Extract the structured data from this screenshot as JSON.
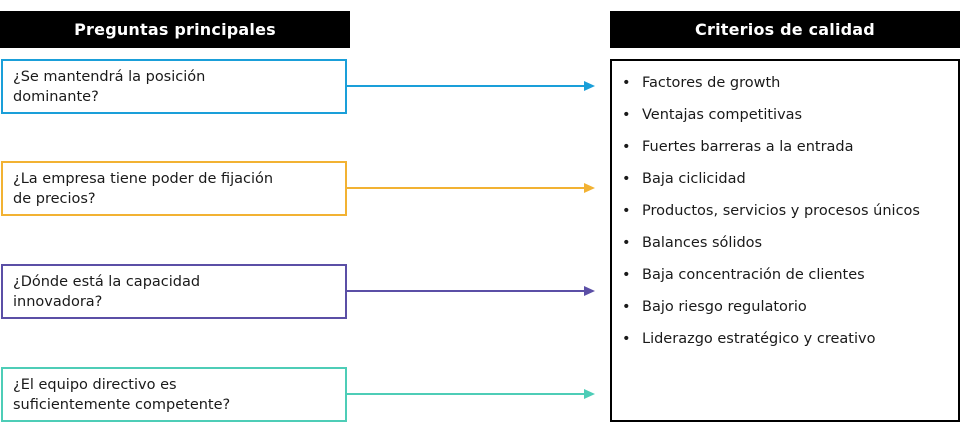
{
  "headers": {
    "left": "Preguntas principales",
    "right": "Criterios de calidad"
  },
  "questions": [
    {
      "text": "¿Se mantendrá la posición dominante?",
      "color": "#1a9fd9"
    },
    {
      "text": "¿La empresa tiene poder de fijación de precios?",
      "color": "#f2b233"
    },
    {
      "text": "¿Dónde está la capacidad innovadora?",
      "color": "#5b4fa6"
    },
    {
      "text": "¿El equipo directivo es suficientemente competente?",
      "color": "#4dcdb7"
    }
  ],
  "criteria": [
    "Factores de growth",
    "Ventajas competitivas",
    "Fuertes barreras a la entrada",
    "Baja ciclicidad",
    "Productos, servicios y procesos únicos",
    "Balances sólidos",
    "Baja concentración de clientes",
    "Bajo riesgo regulatorio",
    "Liderazgo estratégico y creativo"
  ],
  "bullet": "•"
}
